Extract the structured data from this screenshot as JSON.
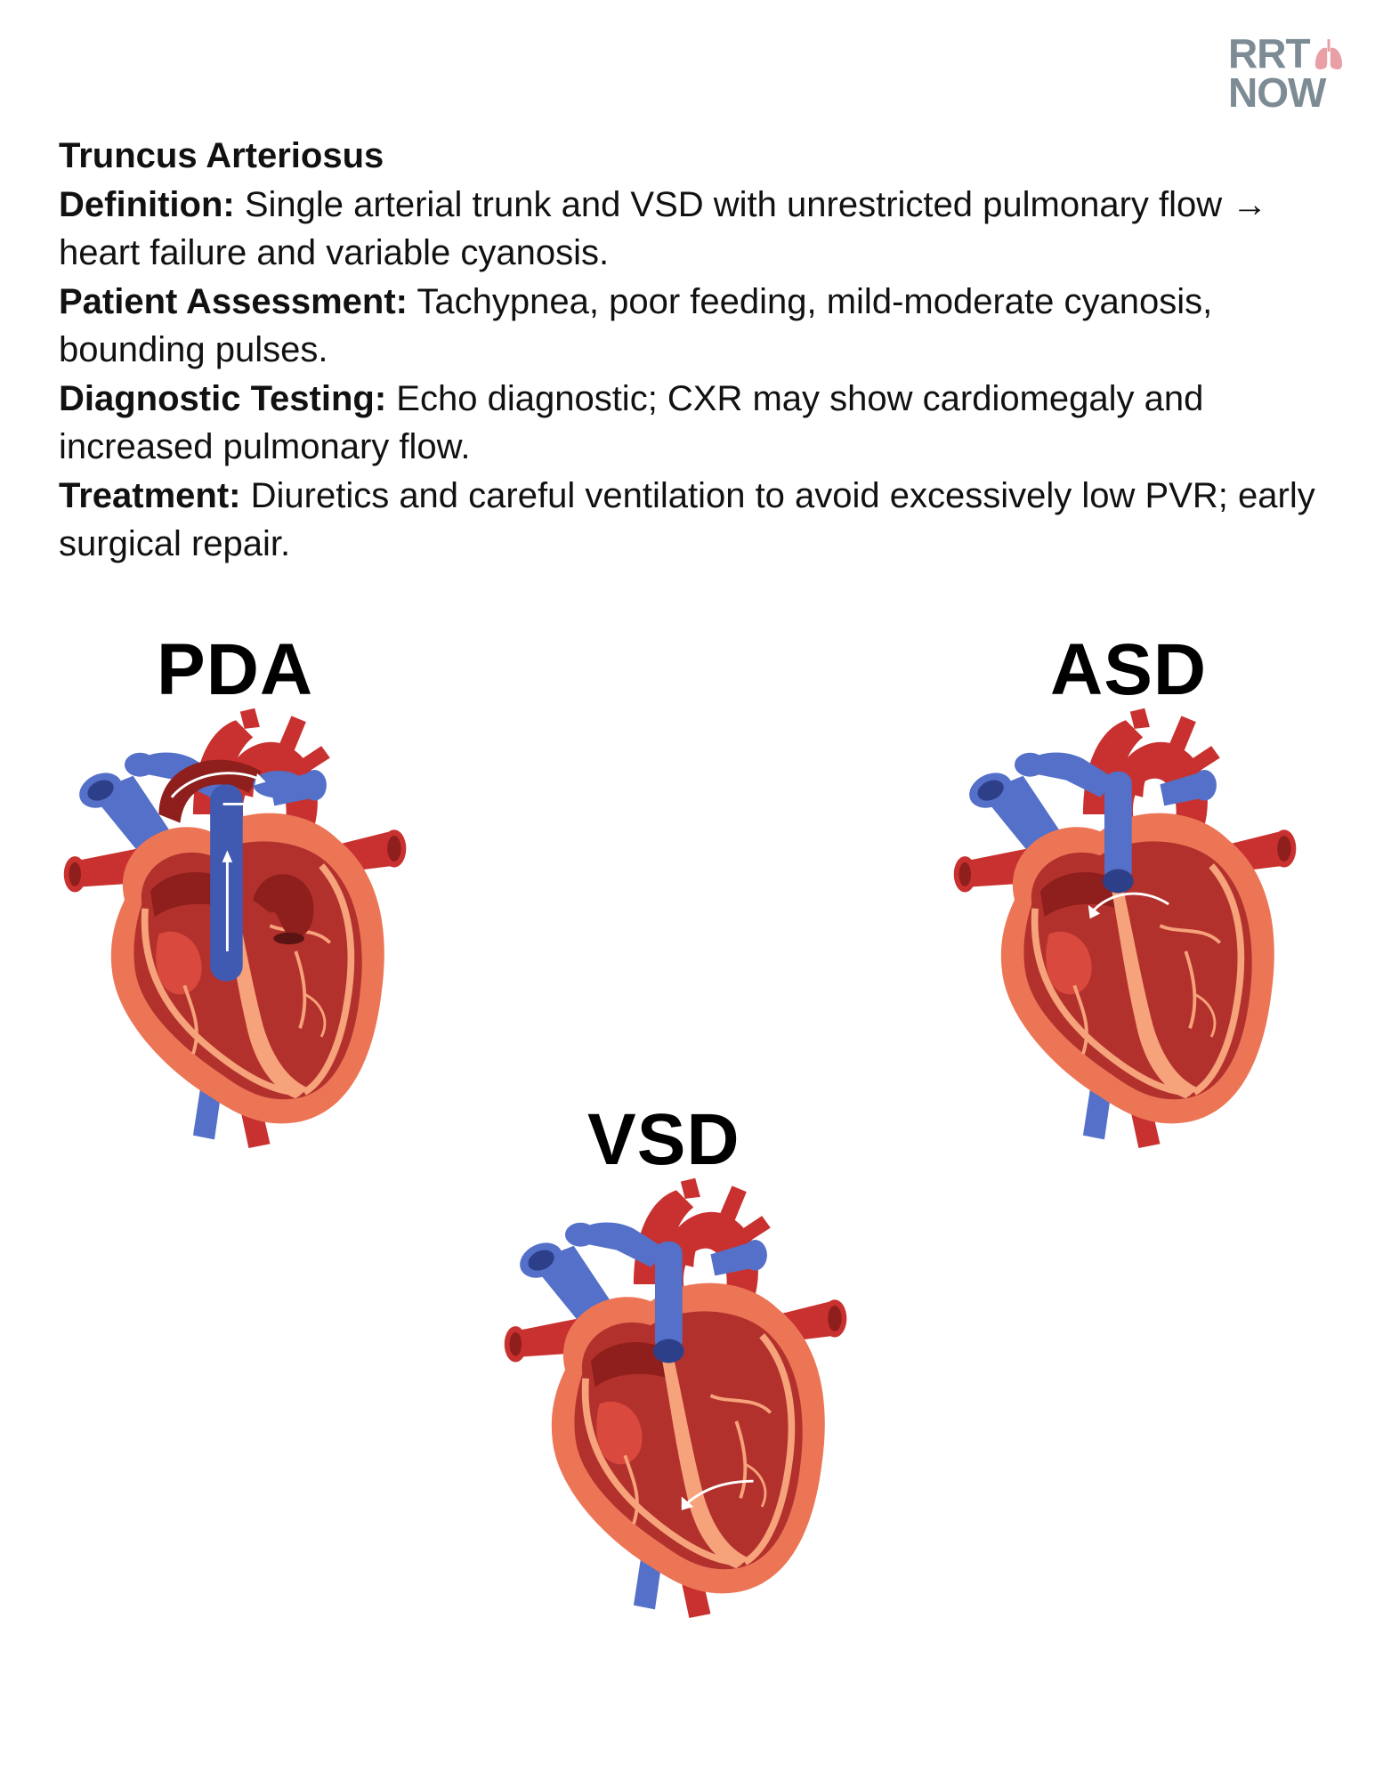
{
  "logo": {
    "line1": "RRT",
    "line2": "NOW",
    "icon": "lungs-icon",
    "color": "#7c8b94",
    "icon_color": "#e8a0a6"
  },
  "content": {
    "title": "Truncus Arteriosus",
    "definition_label": "Definition:",
    "definition_text": " Single arterial trunk and VSD with unrestricted pulmonary flow → heart failure and variable cyanosis.",
    "assessment_label": "Patient Assessment:",
    "assessment_text": " Tachypnea, poor feeding, mild-moderate cyanosis, bounding pulses.",
    "diagnostic_label": "Diagnostic Testing:",
    "diagnostic_text": " Echo diagnostic; CXR may show cardiomegaly and increased pulmonary flow.",
    "treatment_label": "Treatment:",
    "treatment_text": " Diuretics and careful ventilation to avoid excessively low PVR; early surgical repair."
  },
  "figures": {
    "pda_label": "PDA",
    "asd_label": "ASD",
    "vsd_label": "VSD",
    "colors": {
      "aorta_red": "#c8312f",
      "vein_blue": "#5470c8",
      "outer_orange": "#ec7556",
      "inner_red": "#b3312d",
      "septum_peach": "#f6a27a"
    }
  }
}
